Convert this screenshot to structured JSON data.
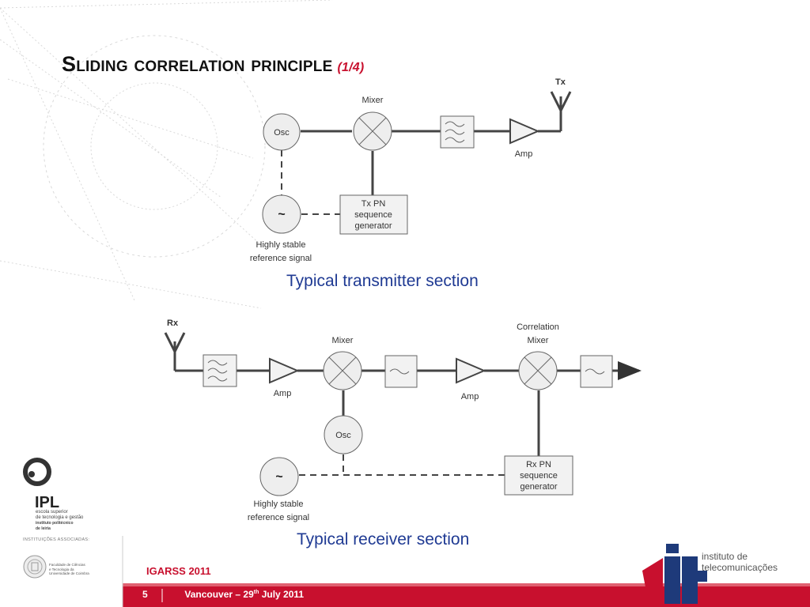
{
  "slide": {
    "title": "Sliding correlation principle",
    "title_part": "(1/4)",
    "page_number": "5",
    "conference": "IGARSS 2011",
    "footer_location": "Vancouver – 29",
    "footer_sup": "th",
    "footer_date": " July 2011"
  },
  "transmitter": {
    "caption": "Typical transmitter section",
    "tx_label": "Tx",
    "mixer_label": "Mixer",
    "osc_label": "Osc",
    "amp_label": "Amp",
    "reference_symbol": "~",
    "reference_line1": "Highly stable",
    "reference_line2": "reference signal",
    "pn_line1": "Tx PN",
    "pn_line2": "sequence",
    "pn_line3": "generator"
  },
  "receiver": {
    "caption": "Typical receiver section",
    "rx_label": "Rx",
    "mixer_label": "Mixer",
    "amp1_label": "Amp",
    "amp2_label": "Amp",
    "osc_label": "Osc",
    "corr_line1": "Correlation",
    "corr_line2": "Mixer",
    "reference_symbol": "~",
    "reference_line1": "Highly stable",
    "reference_line2": "reference signal",
    "pn_line1": "Rx PN",
    "pn_line2": "sequence",
    "pn_line3": "generator"
  },
  "logos": {
    "ipl_name": "IPL",
    "ipl_line1": "escola superior",
    "ipl_line2": "de tecnologia e gestão",
    "ipl_line3": "instituto politécnico",
    "ipl_line4": "de leiria",
    "associated": "INSTITUIÇÕES ASSOCIADAS:",
    "uc_line1": "Faculdade de Ciências",
    "uc_line2": "e Tecnologia da",
    "uc_line3": "Universidade de Coimbra",
    "it_line1": "instituto de",
    "it_line2": "telecomunicações"
  },
  "colors": {
    "accent_red": "#c8102e",
    "caption_blue": "#1f3a93",
    "it_blue": "#1e3a7a"
  }
}
